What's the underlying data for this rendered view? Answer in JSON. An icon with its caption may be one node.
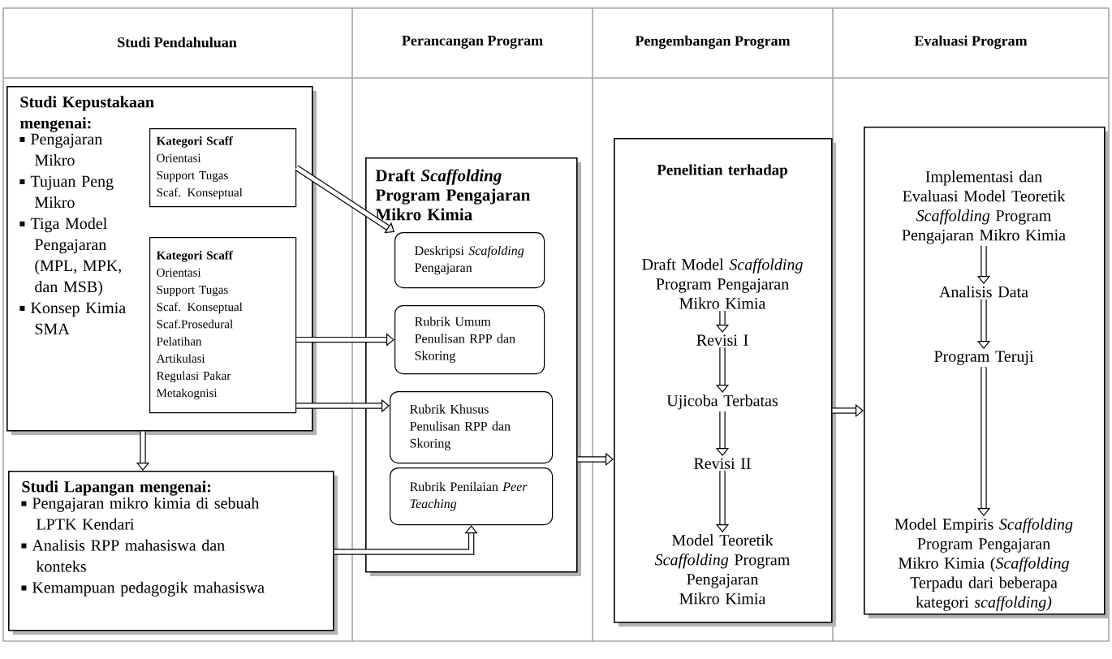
{
  "diagram": {
    "nodes": [
      {
        "text": [
          "**Studi Kepustakaan mengenai**:",
          "Pengajaran Mikro",
          "Tujuan Peng  Mikro",
          "Tiga Model Pengajaran (MPL, MPK, dan MSB)",
          "Konsep Kimia SMA"
        ]
      },
      {
        "text": [
          "Kategori Scaff",
          "Orientasi",
          "Support Tugas",
          "Scaf. Konseptual"
        ],
        "in": 0
      },
      {
        "text": [
          "Kategori Scaff",
          "Orientasi",
          "Support Tugas",
          "Scaf. Konseptual",
          "Scaf.Prosedural",
          "Pelatihan",
          "Artikulasi",
          "Regulasi Pakar",
          "Metakognisi"
        ],
        "in": 0
      },
      {
        "text": [
          "Studi Lapangan mengenai:",
          "Pengajaran mikro kimia  di sebuah LPTK Kendari",
          "Analisis RPP mahasiswa dan konteks",
          "Kemampuan pedagogik mahasiswa"
        ]
      },
      {
        "text": [
          "Draft  *Scaffolding* Program Pengajaran Mikro Kimia"
        ]
      },
      {
        "text": [
          "Deskripsi *Scafolding* Pengajaran"
        ],
        "in": 4
      },
      {
        "text": [
          "Rubrik Umum Penulisan RPP dan Skoring"
        ],
        "in": 4
      },
      {
        "text": [
          "Rubrik Khusus Penulisan RPP dan Skoring"
        ],
        "in": 4
      },
      {
        "text": [
          "Rubrik Penilaian *Peer Teaching*"
        ],
        "in": 4
      },
      {
        "text": [
          "Penelitian terhadap"
        ]
      },
      {
        "text": [
          "Draft Model *Scaffolding* Program Pengajaran Mikro Kimia"
        ],
        "in": 9
      },
      {
        "text": [
          "Revisi I"
        ],
        "in": 9
      },
      {
        "text": [
          "Ujicoba Terbatas"
        ],
        "in": 9
      },
      {
        "text": [
          "Revisi II"
        ],
        "in": 9
      },
      {
        "text": [
          "Model Teoretik *Scaffolding* Program Pengajaran Mikro Kimia"
        ],
        "in": 9
      },
      {
        "text": [],
        "shape": "box"
      },
      {
        "text": [
          "Implementasi dan Evaluasi Model Teoretik *Scaffolding* Program Pengajaran Mikro Kimia"
        ],
        "in": 15
      },
      {
        "text": [
          "Analisis Data"
        ],
        "in": 15
      },
      {
        "text": [
          "Program Teruji"
        ],
        "in": 15
      },
      {
        "text": [
          "Model Empiris *Scaffolding* Program Pengajaran Mikro Kimia (*Scaffolding* Terpadu dari beberapa kategori *scaffolding)*"
        ],
        "in": 15
      }
    ],
    "edges": [
      {
        "from": 0,
        "to": 3,
        "arrow": "to"
      },
      {
        "from": 1,
        "to": 5,
        "arrow": "to"
      },
      {
        "from": 2,
        "to": 6,
        "arrow": "to"
      },
      {
        "from": 2,
        "to": 7,
        "arrow": "to"
      },
      {
        "from": 3,
        "to": 8,
        "arrow": "to"
      },
      {
        "from": 4,
        "to": 9,
        "arrow": "to"
      },
      {
        "from": 10,
        "to": 11,
        "arrow": "to"
      },
      {
        "from": 11,
        "to": 12,
        "arrow": "to"
      },
      {
        "from": 12,
        "to": 13,
        "arrow": "to"
      },
      {
        "from": 13,
        "to": 14,
        "arrow": "to"
      },
      {
        "from": 9,
        "to": 15,
        "arrow": "to"
      },
      {
        "from": 16,
        "to": 17,
        "arrow": "to"
      },
      {
        "from": 17,
        "to": 18,
        "arrow": "to"
      },
      {
        "from": 18,
        "to": 19,
        "arrow": "to"
      }
    ],
    "labels": [
      "Studi Pendahuluan",
      "Perancangan Program",
      "Pengembangan Program",
      "Evaluasi Program"
    ]
  }
}
